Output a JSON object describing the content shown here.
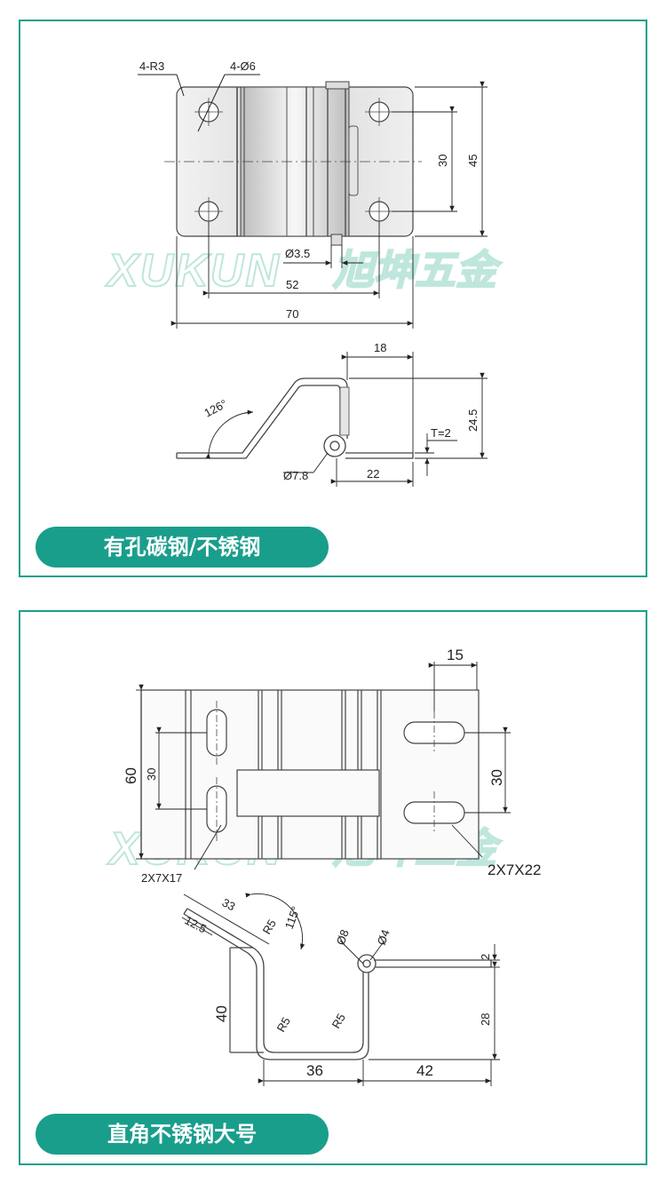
{
  "watermark": {
    "brand": "XUKUN",
    "name_cn": "旭坤五金"
  },
  "panel1": {
    "label": "有孔碳钢/不锈钢",
    "dims": {
      "radius": "4-R3",
      "holes": "4-Ø6",
      "hole_spacing_v": "30",
      "height": "45",
      "pin": "Ø3.5",
      "hole_spacing_h": "52",
      "width": "70",
      "offset": "18",
      "angle": "126°",
      "rise": "24.5",
      "thickness": "T=2",
      "knuckle": "Ø7.8",
      "flange": "22"
    }
  },
  "panel2": {
    "label": "直角不锈钢大号",
    "dims": {
      "slot_spacing_w": "15",
      "height": "60",
      "slot_spacing_left": "30",
      "slot_spacing_right": "30",
      "slot_left": "2X7X17",
      "slot_right": "2X7X22",
      "leg_len": "33",
      "leg_short": "12.5",
      "bend_r": "R5",
      "angle": "115°",
      "knuckle_outer": "Ø8",
      "pin": "Ø4",
      "thickness": "2",
      "depth": "40",
      "inner_r1": "R5",
      "inner_r2": "R5",
      "right_height": "28",
      "base": "36",
      "flange": "42"
    }
  }
}
